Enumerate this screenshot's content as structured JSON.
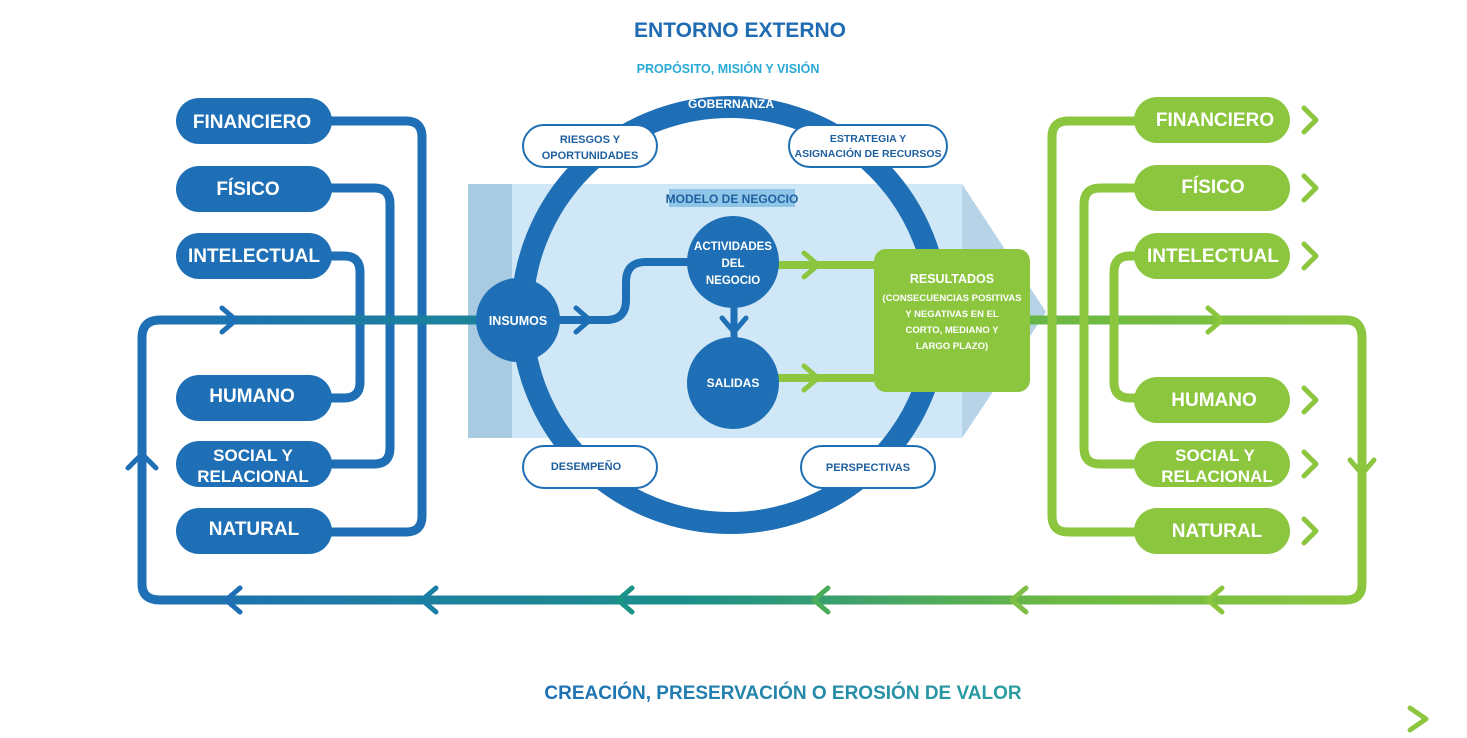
{
  "header": {
    "title": "ENTORNO EXTERNO",
    "purpose": "PROPÓSITO, MISIÓN Y VISIÓN"
  },
  "center": {
    "governance": "GOBERNANZA",
    "risks": [
      "RIESGOS Y",
      "OPORTUNIDADES"
    ],
    "strategy": [
      "ESTRATEGIA Y",
      "ASIGNACIÓN DE RECURSOS"
    ],
    "business_model": "MODELO DE NEGOCIO",
    "inputs": "INSUMOS",
    "activities": [
      "ACTIVIDADES",
      "DEL",
      "NEGOCIO"
    ],
    "outputs": "SALIDAS",
    "outcomes": {
      "title": "RESULTADOS",
      "lines": [
        "(CONSECUENCIAS POSITIVAS",
        "Y NEGATIVAS EN EL",
        "CORTO, MEDIANO Y",
        "LARGO PLAZO)"
      ]
    },
    "performance": "DESEMPEÑO",
    "outlook": "PERSPECTIVAS"
  },
  "capitals_left": {
    "financial": "FINANCIERO",
    "physical": "FÍSICO",
    "intellectual": "INTELECTUAL",
    "human": "HUMANO",
    "social": [
      "SOCIAL Y",
      "RELACIONAL"
    ],
    "natural": "NATURAL"
  },
  "capitals_right": {
    "financial": "FINANCIERO",
    "physical": "FÍSICO",
    "intellectual": "INTELECTUAL",
    "human": "HUMANO",
    "social": [
      "SOCIAL Y",
      "RELACIONAL"
    ],
    "natural": "NATURAL"
  },
  "footer": {
    "value": "CREACIÓN, PRESERVACIÓN O EROSIÓN DE VALOR"
  },
  "colors": {
    "blue": "#1e6fb5",
    "blue_title": "#1f6cb3",
    "cyan_text": "#29a9d6",
    "light_panel": "#cfe7f6",
    "green": "#8cc63f"
  }
}
